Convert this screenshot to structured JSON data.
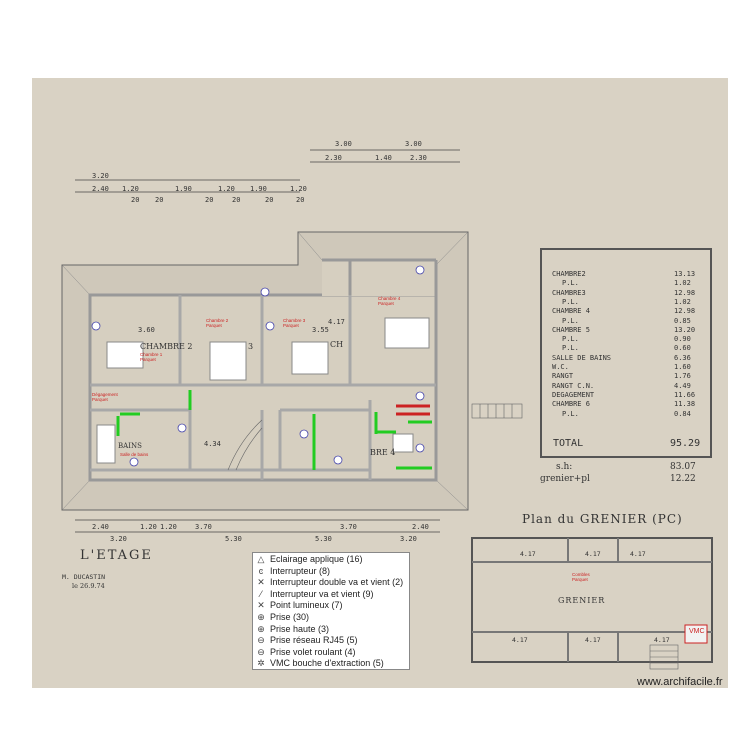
{
  "plan": {
    "floor_title": "L'ETAGE",
    "author": "M. DUCASTIN",
    "date": "le 26.9.74",
    "attic_title": "Plan du GRENIER (PC)",
    "attic_room": "GRENIER",
    "vmc_label": "VMC",
    "attic_dims": [
      "4.17",
      "4.17",
      "4.17",
      "4.17",
      "4.17",
      "4.17"
    ],
    "top_dims_row1": [
      "3.00",
      "3.00"
    ],
    "top_dims_row2": [
      "2.30",
      "1.40",
      "2.30"
    ],
    "top_dims_left1": [
      "3.20"
    ],
    "top_dims_left2": [
      "2.40",
      "1.20",
      "1.90",
      "1.20",
      "1.90",
      "1.20"
    ],
    "top_dims_small": [
      "20",
      "20",
      "20",
      "20",
      "20",
      "20"
    ],
    "bottom_dims1": [
      "2.40",
      "1.20",
      "1.20",
      "3.70",
      "3.70",
      "2.40"
    ],
    "bottom_dims2": [
      "3.20",
      "5.30",
      "5.30",
      "3.20"
    ],
    "room_labels": [
      "CHAMBRE 2",
      "3",
      "BAINS",
      "CH",
      "BRE 4",
      "4.17",
      "3.60",
      "3.55",
      "4.34"
    ],
    "room_red_labels": [
      "Chambre 1 Parquet",
      "Chambre 2 Parquet",
      "Chambre 3 Parquet",
      "Chambre 4 Parquet",
      "Dégagement Parquet",
      "Salle de bains",
      "Combles Parquet"
    ]
  },
  "areas": {
    "rows": [
      {
        "label": "CHAMBRE2",
        "value": "13.13"
      },
      {
        "label": "P.L.",
        "value": "1.02"
      },
      {
        "label": "CHAMBRE3",
        "value": "12.98"
      },
      {
        "label": "P.L.",
        "value": "1.02"
      },
      {
        "label": "CHAMBRE 4",
        "value": "12.98"
      },
      {
        "label": "P.L.",
        "value": "0.85"
      },
      {
        "label": "CHAMBRE 5",
        "value": "13.20"
      },
      {
        "label": "P.L.",
        "value": "0.90"
      },
      {
        "label": "P.L.",
        "value": "0.60"
      },
      {
        "label": "SALLE DE BAINS",
        "value": "6.36"
      },
      {
        "label": "W.C.",
        "value": "1.60"
      },
      {
        "label": "RANGT",
        "value": "1.76"
      },
      {
        "label": "RANGT C.N.",
        "value": "4.49"
      },
      {
        "label": "DEGAGEMENT",
        "value": "11.66"
      },
      {
        "label": "CHAMBRE 6",
        "value": "11.38"
      },
      {
        "label": "P.L.",
        "value": "0.84"
      }
    ],
    "total_label": "TOTAL",
    "total_value": "95.29",
    "sh_label": "s.h:",
    "sh_value": "83.07",
    "grenier_label": "grenier+pl",
    "grenier_value": "12.22"
  },
  "legend": {
    "items": [
      {
        "icon": "wall-light-icon",
        "glyph": "△",
        "label": "Eclairage applique (16)"
      },
      {
        "icon": "switch-icon",
        "glyph": "ͼ",
        "label": "Interrupteur (8)"
      },
      {
        "icon": "double-two-way-switch-icon",
        "glyph": "✕",
        "label": "Interrupteur double va et vient (2)"
      },
      {
        "icon": "two-way-switch-icon",
        "glyph": "⁄",
        "label": "Interrupteur va et vient (9)"
      },
      {
        "icon": "ceiling-light-icon",
        "glyph": "✕",
        "label": "Point lumineux (7)"
      },
      {
        "icon": "socket-icon",
        "glyph": "⊕",
        "label": "Prise (30)"
      },
      {
        "icon": "high-socket-icon",
        "glyph": "⊕",
        "label": "Prise haute (3)"
      },
      {
        "icon": "rj45-socket-icon",
        "glyph": "⊖",
        "label": "Prise réseau RJ45 (5)"
      },
      {
        "icon": "shutter-socket-icon",
        "glyph": "⊖",
        "label": "Prise volet roulant (4)"
      },
      {
        "icon": "vmc-extraction-icon",
        "glyph": "✲",
        "label": "VMC bouche d'extraction (5)"
      }
    ]
  },
  "watermark": "www.archifacile.fr",
  "colors": {
    "paper": "#d9d2c4",
    "wall": "#a8a8a8",
    "red_annotation": "#cc2222",
    "green_marker": "#22cc22"
  }
}
